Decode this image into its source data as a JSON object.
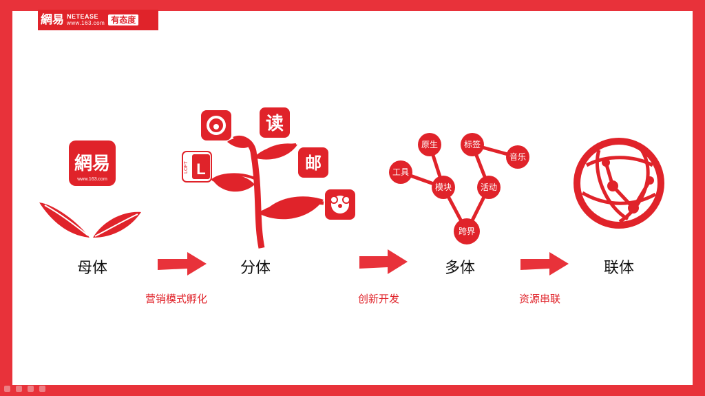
{
  "logo": {
    "cn": "網易",
    "brand": "NETEASE",
    "url": "www.163.com",
    "tag": "有态度"
  },
  "stages": [
    {
      "label": "母体"
    },
    {
      "label": "分体"
    },
    {
      "label": "多体"
    },
    {
      "label": "联体"
    }
  ],
  "captions": [
    {
      "text": "营销模式孵化"
    },
    {
      "text": "创新开发"
    },
    {
      "text": "资源串联"
    }
  ],
  "parent_app": {
    "name": "網易",
    "url": "www.163.com"
  },
  "app_icons": {
    "read": "读",
    "mail": "邮",
    "loft_letter": "L",
    "loft_text": "LOFT"
  },
  "nodes": [
    {
      "text": "原生"
    },
    {
      "text": "标签"
    },
    {
      "text": "音乐"
    },
    {
      "text": "工具"
    },
    {
      "text": "模块"
    },
    {
      "text": "活动"
    },
    {
      "text": "跨界"
    }
  ],
  "colors": {
    "accent": "#e8323a",
    "primary": "#e0232a",
    "text": "#111111"
  }
}
